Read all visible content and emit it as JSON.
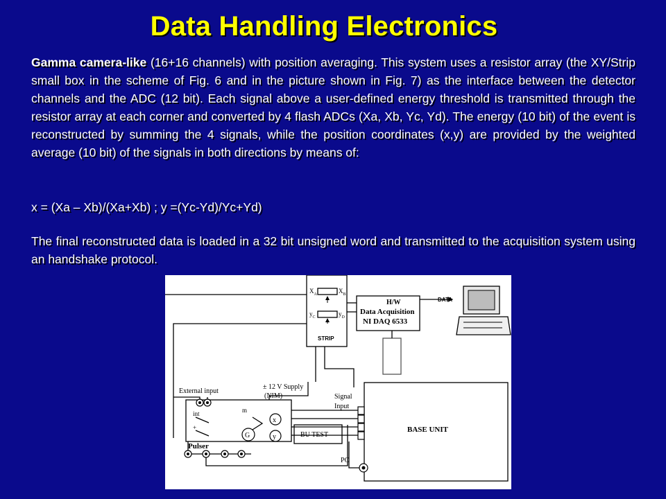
{
  "title": "Data Handling Electronics",
  "paragraph1": {
    "lead_bold": "Gamma camera-like",
    "rest": " (16+16 channels) with position averaging. This system uses a resistor array  (the XY/Strip small box in the scheme of Fig. 6 and in the picture shown in Fig. 7) as the interface between the detector channels and the ADC (12 bit). Each signal above a user-defined energy threshold is  transmitted through the resistor array at each corner and converted by 4 flash ADCs (Xa, Xb, Yc, Yd). The energy (10 bit) of the event is reconstructed by summing the 4 signals, while the position coordinates (x,y) are provided by the weighted average (10 bit) of the signals in both directions by means of:"
  },
  "formula": "x = (Xa – Xb)/(Xa+Xb) ;  y =(Yc-Yd)/Yc+Yd)",
  "paragraph2": "The final reconstructed data is loaded in a 32 bit unsigned word and transmitted to the acquisition system using an handshake protocol.",
  "diagram": {
    "strip": {
      "xa_main": "X",
      "xa_sub": "A",
      "xb_main": "X",
      "xb_sub": "B",
      "yc_main": "y",
      "yc_sub": "C",
      "yd_main": "y",
      "yd_sub": "D",
      "label": "STRIP"
    },
    "daq": {
      "line1": "H/W",
      "line2": "Data Acquisition",
      "line3": "NI DAQ 6533"
    },
    "data_label": "DATA",
    "supply_line1": "± 12 V Supply",
    "supply_line2": "(NIM)",
    "external_input": "External input",
    "signal_line1": "Signal",
    "signal_line2": "Input",
    "int_label": "int",
    "plus_label": "+",
    "m_label": "m",
    "g_label": "G",
    "x_label": "x",
    "y_label": "y",
    "pulser": "Pulser",
    "bu_test": "BU TEST",
    "base_unit": "BASE UNIT",
    "pc": "PC"
  },
  "colors": {
    "background": "#0a0a8c",
    "title": "#ffff00",
    "text": "#ffffff"
  }
}
